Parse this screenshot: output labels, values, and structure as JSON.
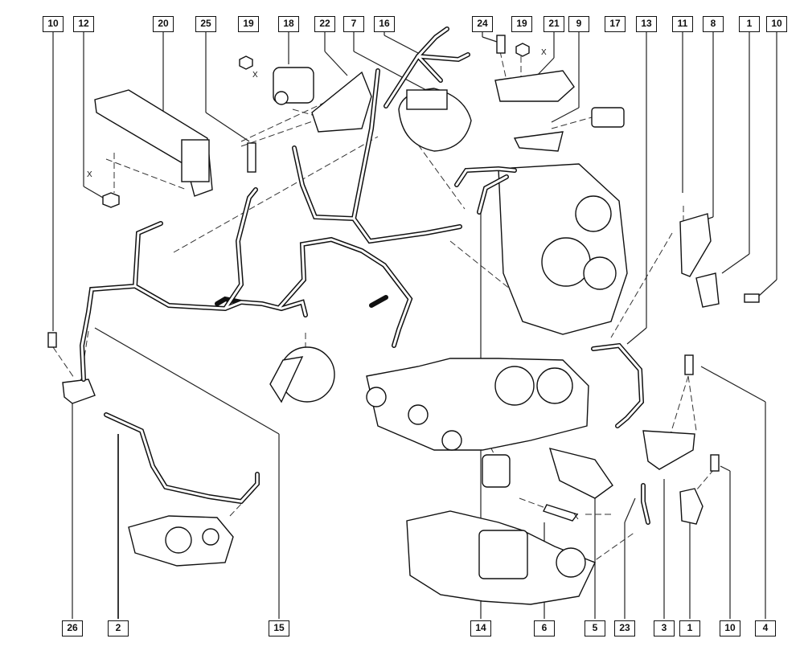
{
  "callouts_top": [
    "10",
    "12",
    "20",
    "25",
    "19",
    "18",
    "22",
    "7",
    "16",
    "24",
    "19",
    "21",
    "9",
    "17",
    "13",
    "11",
    "8",
    "1",
    "10"
  ],
  "callouts_bottom": [
    "26",
    "2",
    "15",
    "14",
    "6",
    "5",
    "23",
    "3",
    "1",
    "10",
    "4"
  ],
  "x_marks": [
    "X",
    "X",
    "X",
    "X"
  ]
}
